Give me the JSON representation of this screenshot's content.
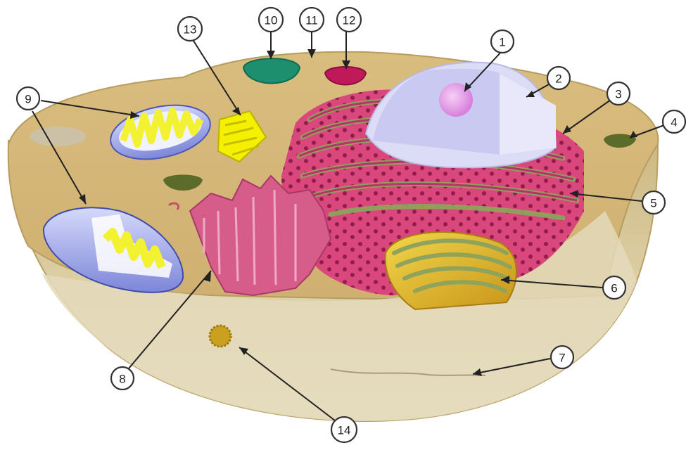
{
  "diagram": {
    "labels": [
      {
        "id": "1",
        "text": "1",
        "target": "nucleolus"
      },
      {
        "id": "2",
        "text": "2",
        "target": "nucleus"
      },
      {
        "id": "3",
        "text": "3",
        "target": "ribosome"
      },
      {
        "id": "4",
        "text": "4",
        "target": "vesicle"
      },
      {
        "id": "5",
        "text": "5",
        "target": "rough-endoplasmic-reticulum"
      },
      {
        "id": "6",
        "text": "6",
        "target": "golgi-apparatus"
      },
      {
        "id": "7",
        "text": "7",
        "target": "cytoskeleton"
      },
      {
        "id": "8",
        "text": "8",
        "target": "smooth-endoplasmic-reticulum"
      },
      {
        "id": "9",
        "text": "9",
        "target": "mitochondrion"
      },
      {
        "id": "10",
        "text": "10",
        "target": "vacuole"
      },
      {
        "id": "11",
        "text": "11",
        "target": "cytosol"
      },
      {
        "id": "12",
        "text": "12",
        "target": "lysosome"
      },
      {
        "id": "13",
        "text": "13",
        "target": "centriole"
      },
      {
        "id": "14",
        "text": "14",
        "target": "peroxisome"
      }
    ],
    "colors": {
      "cytoplasm": "#d9bd80",
      "cell_cut_face": "#e3d9b6",
      "rough_er": "#d9477d",
      "er_dots": "#8a1746",
      "er_stripes": "#8fa35a",
      "nucleus": "#d9d9f5",
      "nucleolus": "#e79ae8",
      "mitochondria_outer": "#7c86d6",
      "mitochondria_inner": "#f2f233",
      "golgi": "#d8b020",
      "vacuole": "#1e8f6e",
      "lysosome": "#c0195a",
      "vesicle": "#5a6b2a",
      "centriole": "#f5f000",
      "peroxisome": "#c9a020"
    }
  }
}
